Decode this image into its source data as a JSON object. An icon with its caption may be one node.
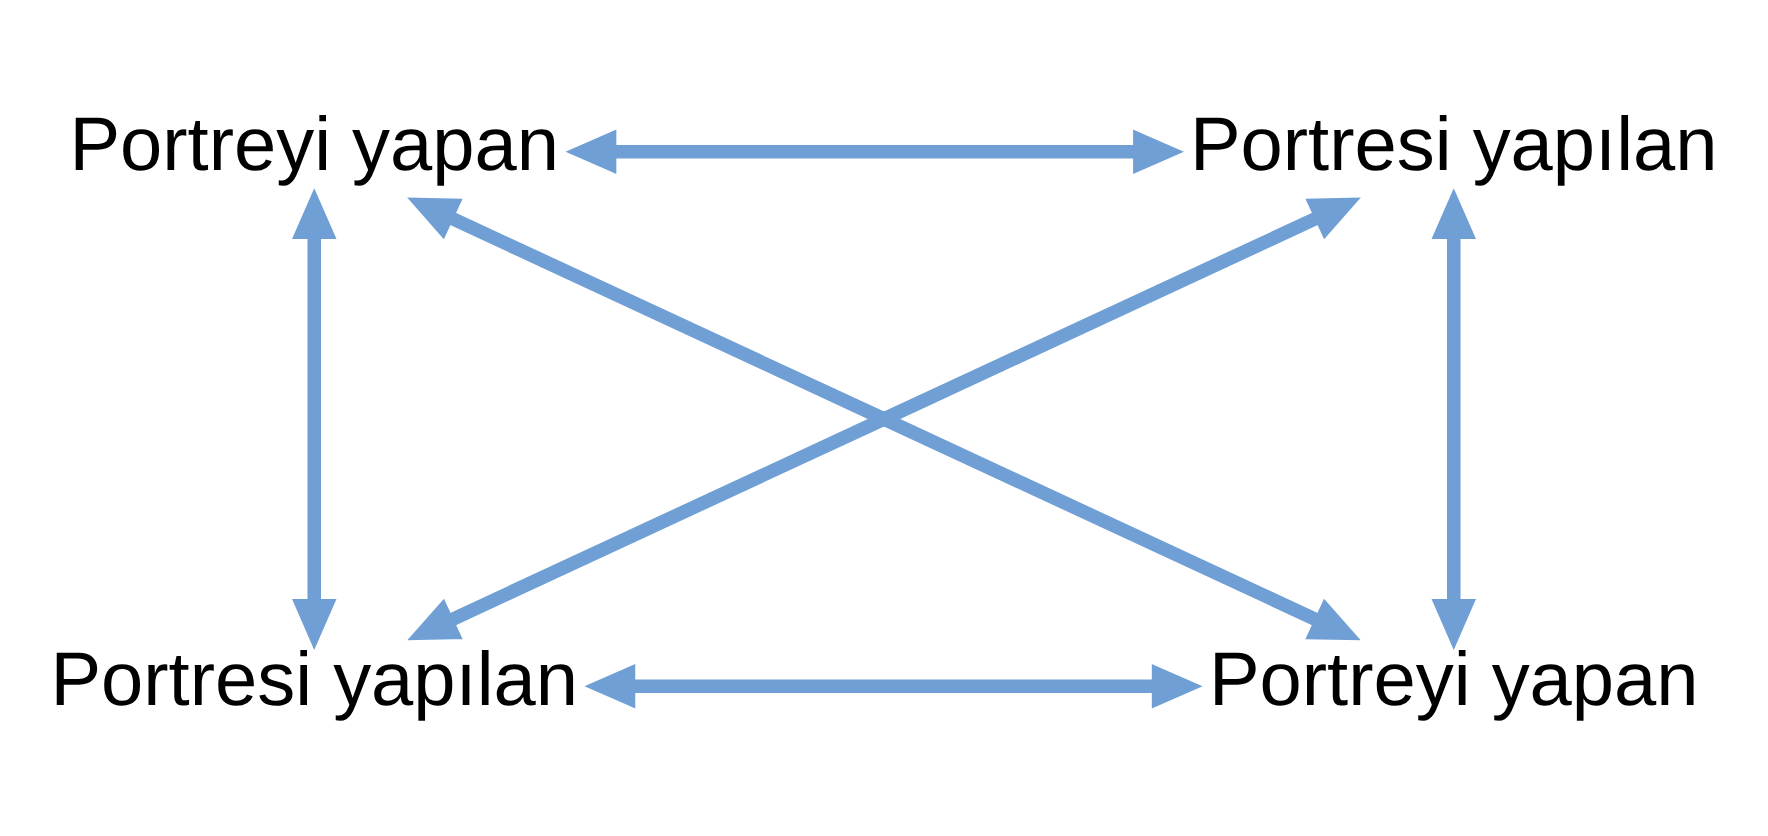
{
  "diagram": {
    "nodes": [
      {
        "text": [
          "Portreyi yapan"
        ]
      },
      {
        "text": [
          "Portresi yapılan"
        ]
      },
      {
        "text": [
          "Portresi yapılan"
        ]
      },
      {
        "text": [
          "Portreyi yapan"
        ]
      }
    ],
    "edges": [
      {
        "from": 0,
        "to": 1,
        "arrow": "both"
      },
      {
        "from": 0,
        "to": 2,
        "arrow": "both"
      },
      {
        "from": 0,
        "to": 3,
        "arrow": "both"
      },
      {
        "from": 1,
        "to": 2,
        "arrow": "both"
      },
      {
        "from": 1,
        "to": 3,
        "arrow": "both"
      },
      {
        "from": 2,
        "to": 3,
        "arrow": "both"
      }
    ]
  }
}
